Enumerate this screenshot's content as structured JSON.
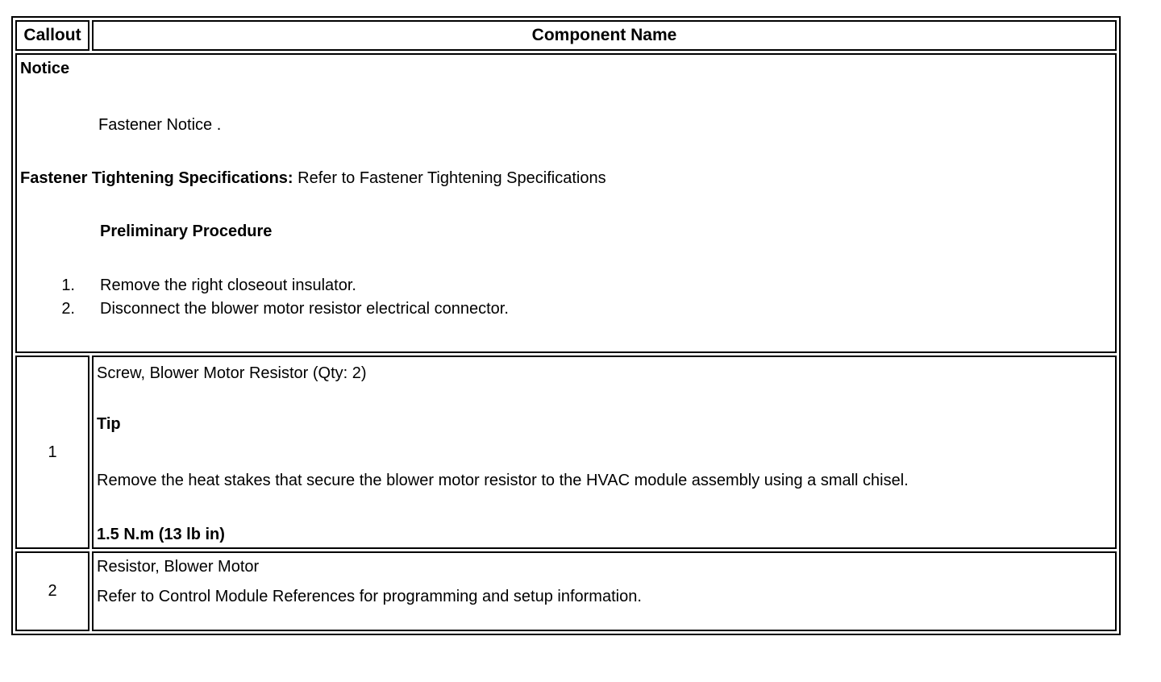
{
  "table": {
    "header": {
      "callout": "Callout",
      "component": "Component Name"
    },
    "notice": {
      "title": "Notice",
      "fastener_notice": "Fastener Notice .",
      "spec_label": "Fastener Tightening Specifications:",
      "spec_text": " Refer to Fastener Tightening Specifications",
      "preliminary_title": "Preliminary Procedure",
      "steps": [
        {
          "num": "1.",
          "text": "Remove the right closeout insulator."
        },
        {
          "num": "2.",
          "text": "Disconnect the blower motor resistor electrical connector."
        }
      ]
    },
    "rows": [
      {
        "callout": "1",
        "name": "Screw, Blower Motor Resistor (Qty: 2)",
        "tip_label": "Tip",
        "tip_text": "Remove the heat stakes that secure the blower motor resistor to the HVAC module assembly using a small chisel.",
        "torque": "1.5 N.m (13 lb in)"
      },
      {
        "callout": "2",
        "name": "Resistor, Blower Motor",
        "note": "Refer to Control Module References for programming and setup information."
      }
    ]
  }
}
